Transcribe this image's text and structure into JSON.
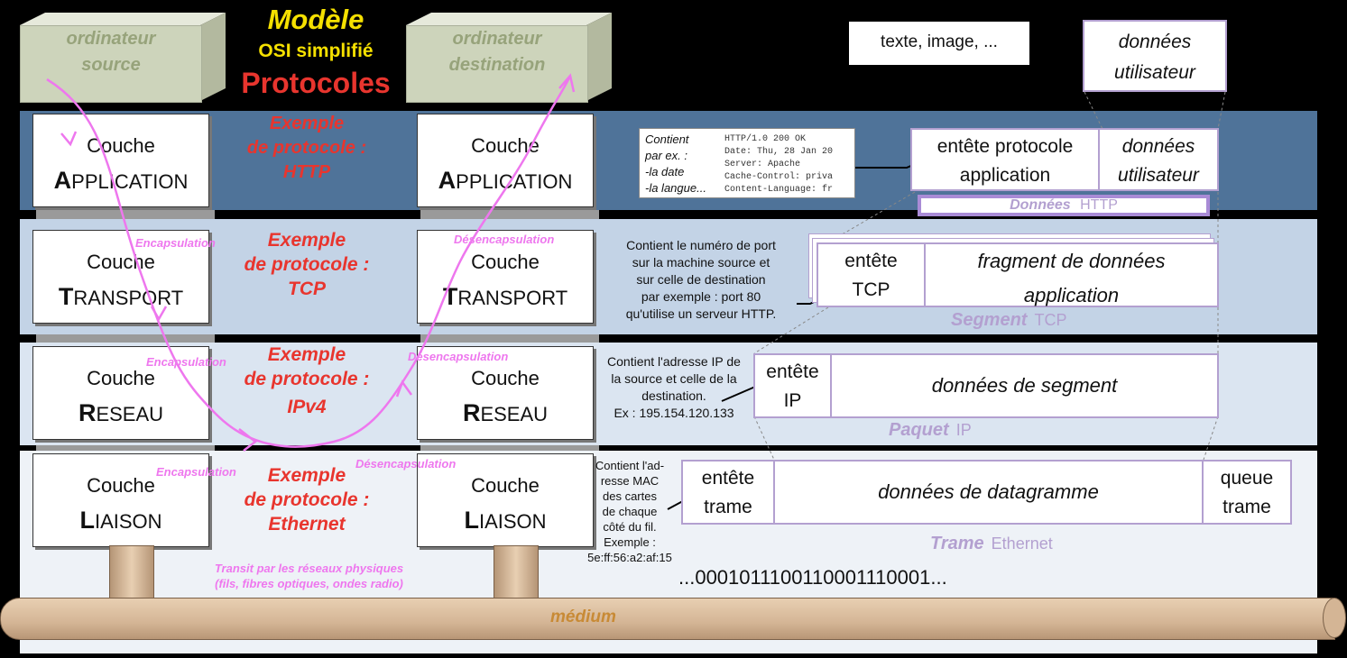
{
  "title": {
    "line1": "Modèle",
    "line2": "OSI simplifié",
    "line3": "Protocoles"
  },
  "computers": {
    "source": {
      "l1": "ordinateur",
      "l2": "source"
    },
    "destination": {
      "l1": "ordinateur",
      "l2": "destination"
    }
  },
  "layers": [
    {
      "prefix": "Couche",
      "initial": "A",
      "rest": "PPLICATION",
      "example": [
        "Exemple",
        "de protocole :",
        "HTTP"
      ]
    },
    {
      "prefix": "Couche",
      "initial": "T",
      "rest": "RANSPORT",
      "example": [
        "Exemple",
        "de protocole :",
        "TCP"
      ]
    },
    {
      "prefix": "Couche",
      "initial": "R",
      "rest": "ESEAU",
      "example": [
        "Exemple",
        "de protocole :",
        "IPv4"
      ]
    },
    {
      "prefix": "Couche",
      "initial": "L",
      "rest": "IAISON",
      "example": [
        "Exemple",
        "de protocole :",
        "Ethernet"
      ]
    }
  ],
  "flow": {
    "encapsulation": "Encapsulation",
    "decapsulation": "Désencapsulation",
    "transit": [
      "Transit par les réseaux physiques",
      "(fils, fibres optiques, ondes radio)"
    ],
    "medium": "médium"
  },
  "top_data": {
    "content": "texte, image, ...",
    "user_data": [
      "données",
      "utilisateur"
    ]
  },
  "http": {
    "note": [
      "Contient",
      "par ex. :",
      "-la date",
      "-la langue..."
    ],
    "headers": [
      "HTTP/1.0 200 OK",
      "Date: Thu, 28 Jan 20",
      "Server: Apache",
      "Cache-Control: priva",
      "Content-Language: fr"
    ],
    "header_box": [
      "entête protocole",
      "application"
    ],
    "data_box": [
      "données",
      "utilisateur"
    ],
    "unit": "Données",
    "unit_proto": "HTTP"
  },
  "tcp": {
    "note": [
      "Contient le numéro de port",
      "sur la machine source et",
      "sur celle de destination",
      "par exemple : port 80",
      "qu'utilise un serveur HTTP."
    ],
    "header_box": [
      "entête",
      "TCP"
    ],
    "data_box": [
      "fragment de données",
      "application"
    ],
    "unit": "Segment",
    "unit_proto": "TCP"
  },
  "ip": {
    "note": [
      "Contient l'adresse IP de",
      "la source et celle de la",
      "destination.",
      "Ex : 195.154.120.133"
    ],
    "header_box": [
      "entête",
      "IP"
    ],
    "data_box": "données de segment",
    "unit": "Paquet",
    "unit_proto": "IP"
  },
  "ethernet": {
    "note": [
      "Contient l'ad-",
      "resse MAC",
      "des cartes",
      "de chaque",
      "côté du fil.",
      "Exemple :",
      "5e:ff:56:a2:af:15"
    ],
    "header_box": [
      "entête",
      "trame"
    ],
    "data_box": "données de datagramme",
    "tail_box": [
      "queue",
      "trame"
    ],
    "unit": "Trame",
    "unit_proto": "Ethernet"
  },
  "bits": "...0001011100110001110001..."
}
